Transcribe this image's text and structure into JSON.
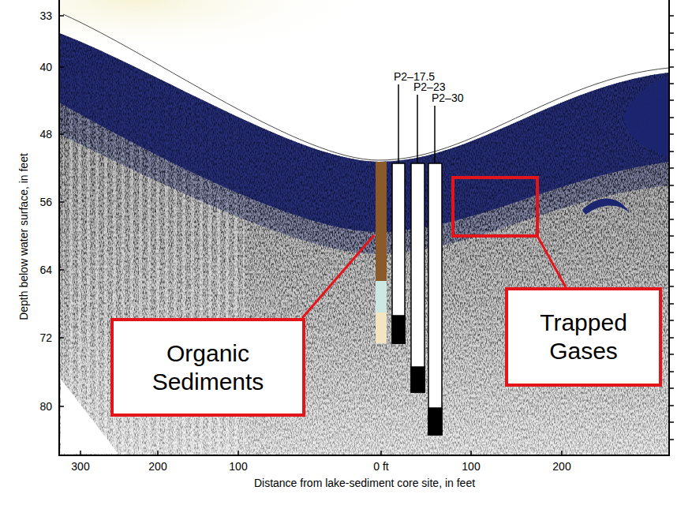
{
  "diagram": {
    "nodes": [
      {
        "text": [
          "Organic Sediments"
        ]
      },
      {
        "text": [
          "Trapped Gases"
        ]
      }
    ],
    "edges": [],
    "labels": [
      "33",
      "40",
      "48",
      "56",
      "64",
      "72",
      "80",
      "Depth below water surface, in feet",
      "P2–17.5",
      "P2–23",
      "P2–30",
      "300",
      "200",
      "100",
      "0 ft",
      "100",
      "200",
      "Distance from lake-sediment core site, in feet"
    ]
  }
}
